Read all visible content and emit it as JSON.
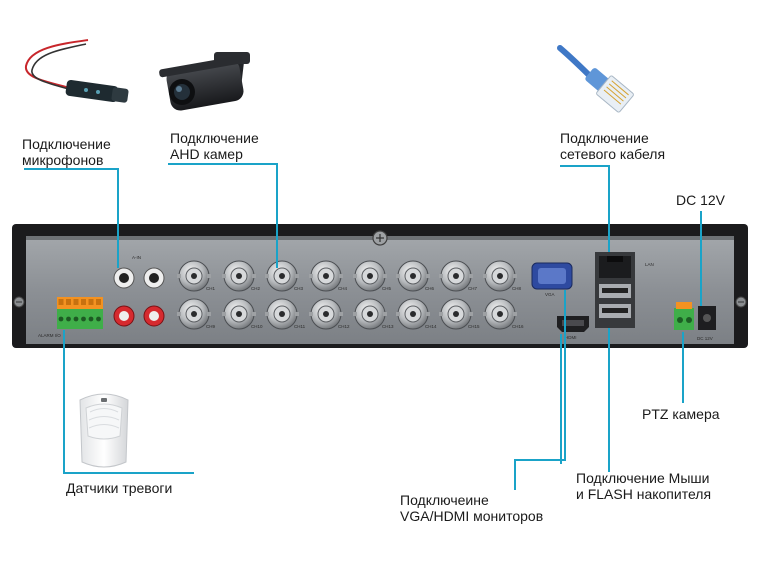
{
  "labels": {
    "microphone": [
      "Подключение",
      "микрофонов"
    ],
    "ahd": [
      "Подключение",
      "AHD камер"
    ],
    "network": [
      "Подключение",
      "сетевого кабеля"
    ],
    "dc": [
      "DC 12V"
    ],
    "ptz": [
      "PTZ камера"
    ],
    "mouse": [
      "Подключение Мыши",
      "и FLASH накопителя"
    ],
    "vga_hdmi": [
      "Подключеине",
      "VGA/HDMI мониторов"
    ],
    "alarm": [
      "Датчики тревоги"
    ]
  },
  "panel_text": {
    "audio_in": "A-IN",
    "vga": "VGA",
    "lan": "LAN",
    "hdmi": "HDMI",
    "dc12v": "DC 12V",
    "alarm_io": "ALARM I/O",
    "ch": [
      "CH1",
      "CH2",
      "CH3",
      "CH4",
      "CH5",
      "CH6",
      "CH7",
      "CH8",
      "CH9",
      "CH10",
      "CH11",
      "CH12",
      "CH13",
      "CH14",
      "CH15",
      "CH16"
    ]
  },
  "colors": {
    "leader": "#1aa3c8",
    "panel_face": "#8e9297",
    "panel_frame": "#1c1c1e",
    "terminal_green": "#3fae49",
    "terminal_orange": "#f39221"
  }
}
